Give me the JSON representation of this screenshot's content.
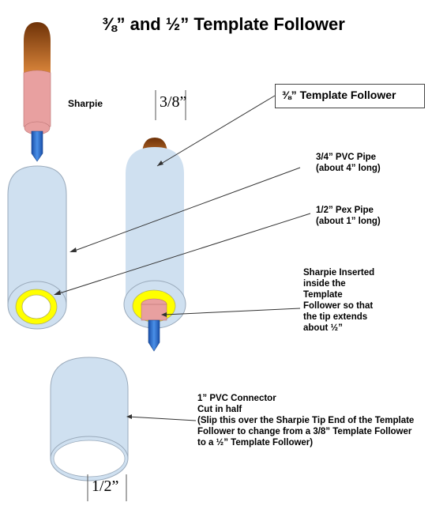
{
  "title": "⅜” and ½” Template Follower",
  "labels": {
    "sharpie": "Sharpie",
    "three_eighths_mark": "3/8”",
    "template_follower_box": "⅜” Template Follower",
    "pvc_pipe": "3/4” PVC Pipe\n(about 4” long)",
    "pex_pipe": "1/2” Pex Pipe\n(about 1” long)",
    "sharpie_inserted": "Sharpie Inserted\ninside the\nTemplate\nFollower so that\nthe tip extends\nabout ½”",
    "connector": "1” PVC Connector\nCut in half\n(Slip this over the Sharpie Tip End of the Template\nFollower to change from a 3/8” Template Follower\nto a ½” Template Follower)",
    "half_mark": "1/2”"
  },
  "colors": {
    "pipe_fill": "#cfe0f0",
    "pipe_stroke": "#9aaabb",
    "sharpie_body": "#e8a0a0",
    "sharpie_cap_dark": "#7a3a10",
    "sharpie_cap_light": "#d07a30",
    "sharpie_tip": "#2060c0",
    "pex_ring": "#ffff00"
  }
}
